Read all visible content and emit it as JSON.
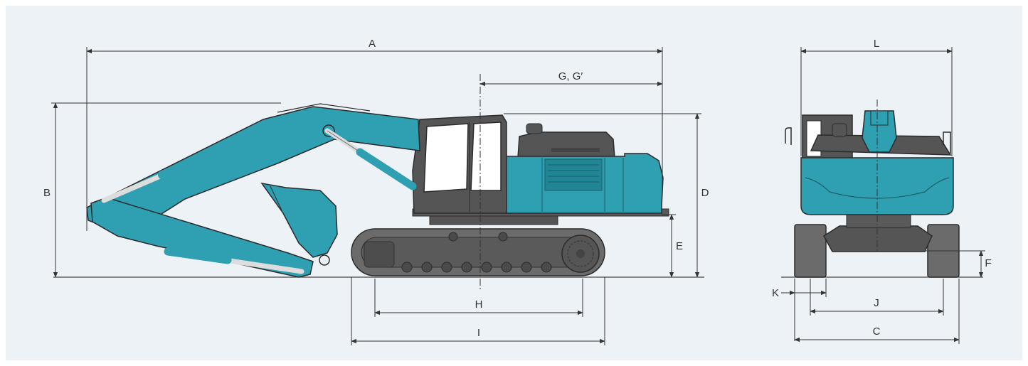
{
  "diagram": {
    "title": "Excavator dimensions",
    "colors": {
      "background": "#edf2f7",
      "body_teal": "#2f9fb2",
      "body_teal_dark": "#228595",
      "undercarriage": "#6b6b6b",
      "undercarriage_dark": "#4a4a4a",
      "outline": "#2b2b2b",
      "dimension_line": "#333333"
    },
    "labels": {
      "A": "A",
      "B": "B",
      "C": "C",
      "D": "D",
      "E": "E",
      "F": "F",
      "G": "G, G′",
      "H": "H",
      "I": "I",
      "J": "J",
      "K": "K",
      "L": "L"
    }
  }
}
